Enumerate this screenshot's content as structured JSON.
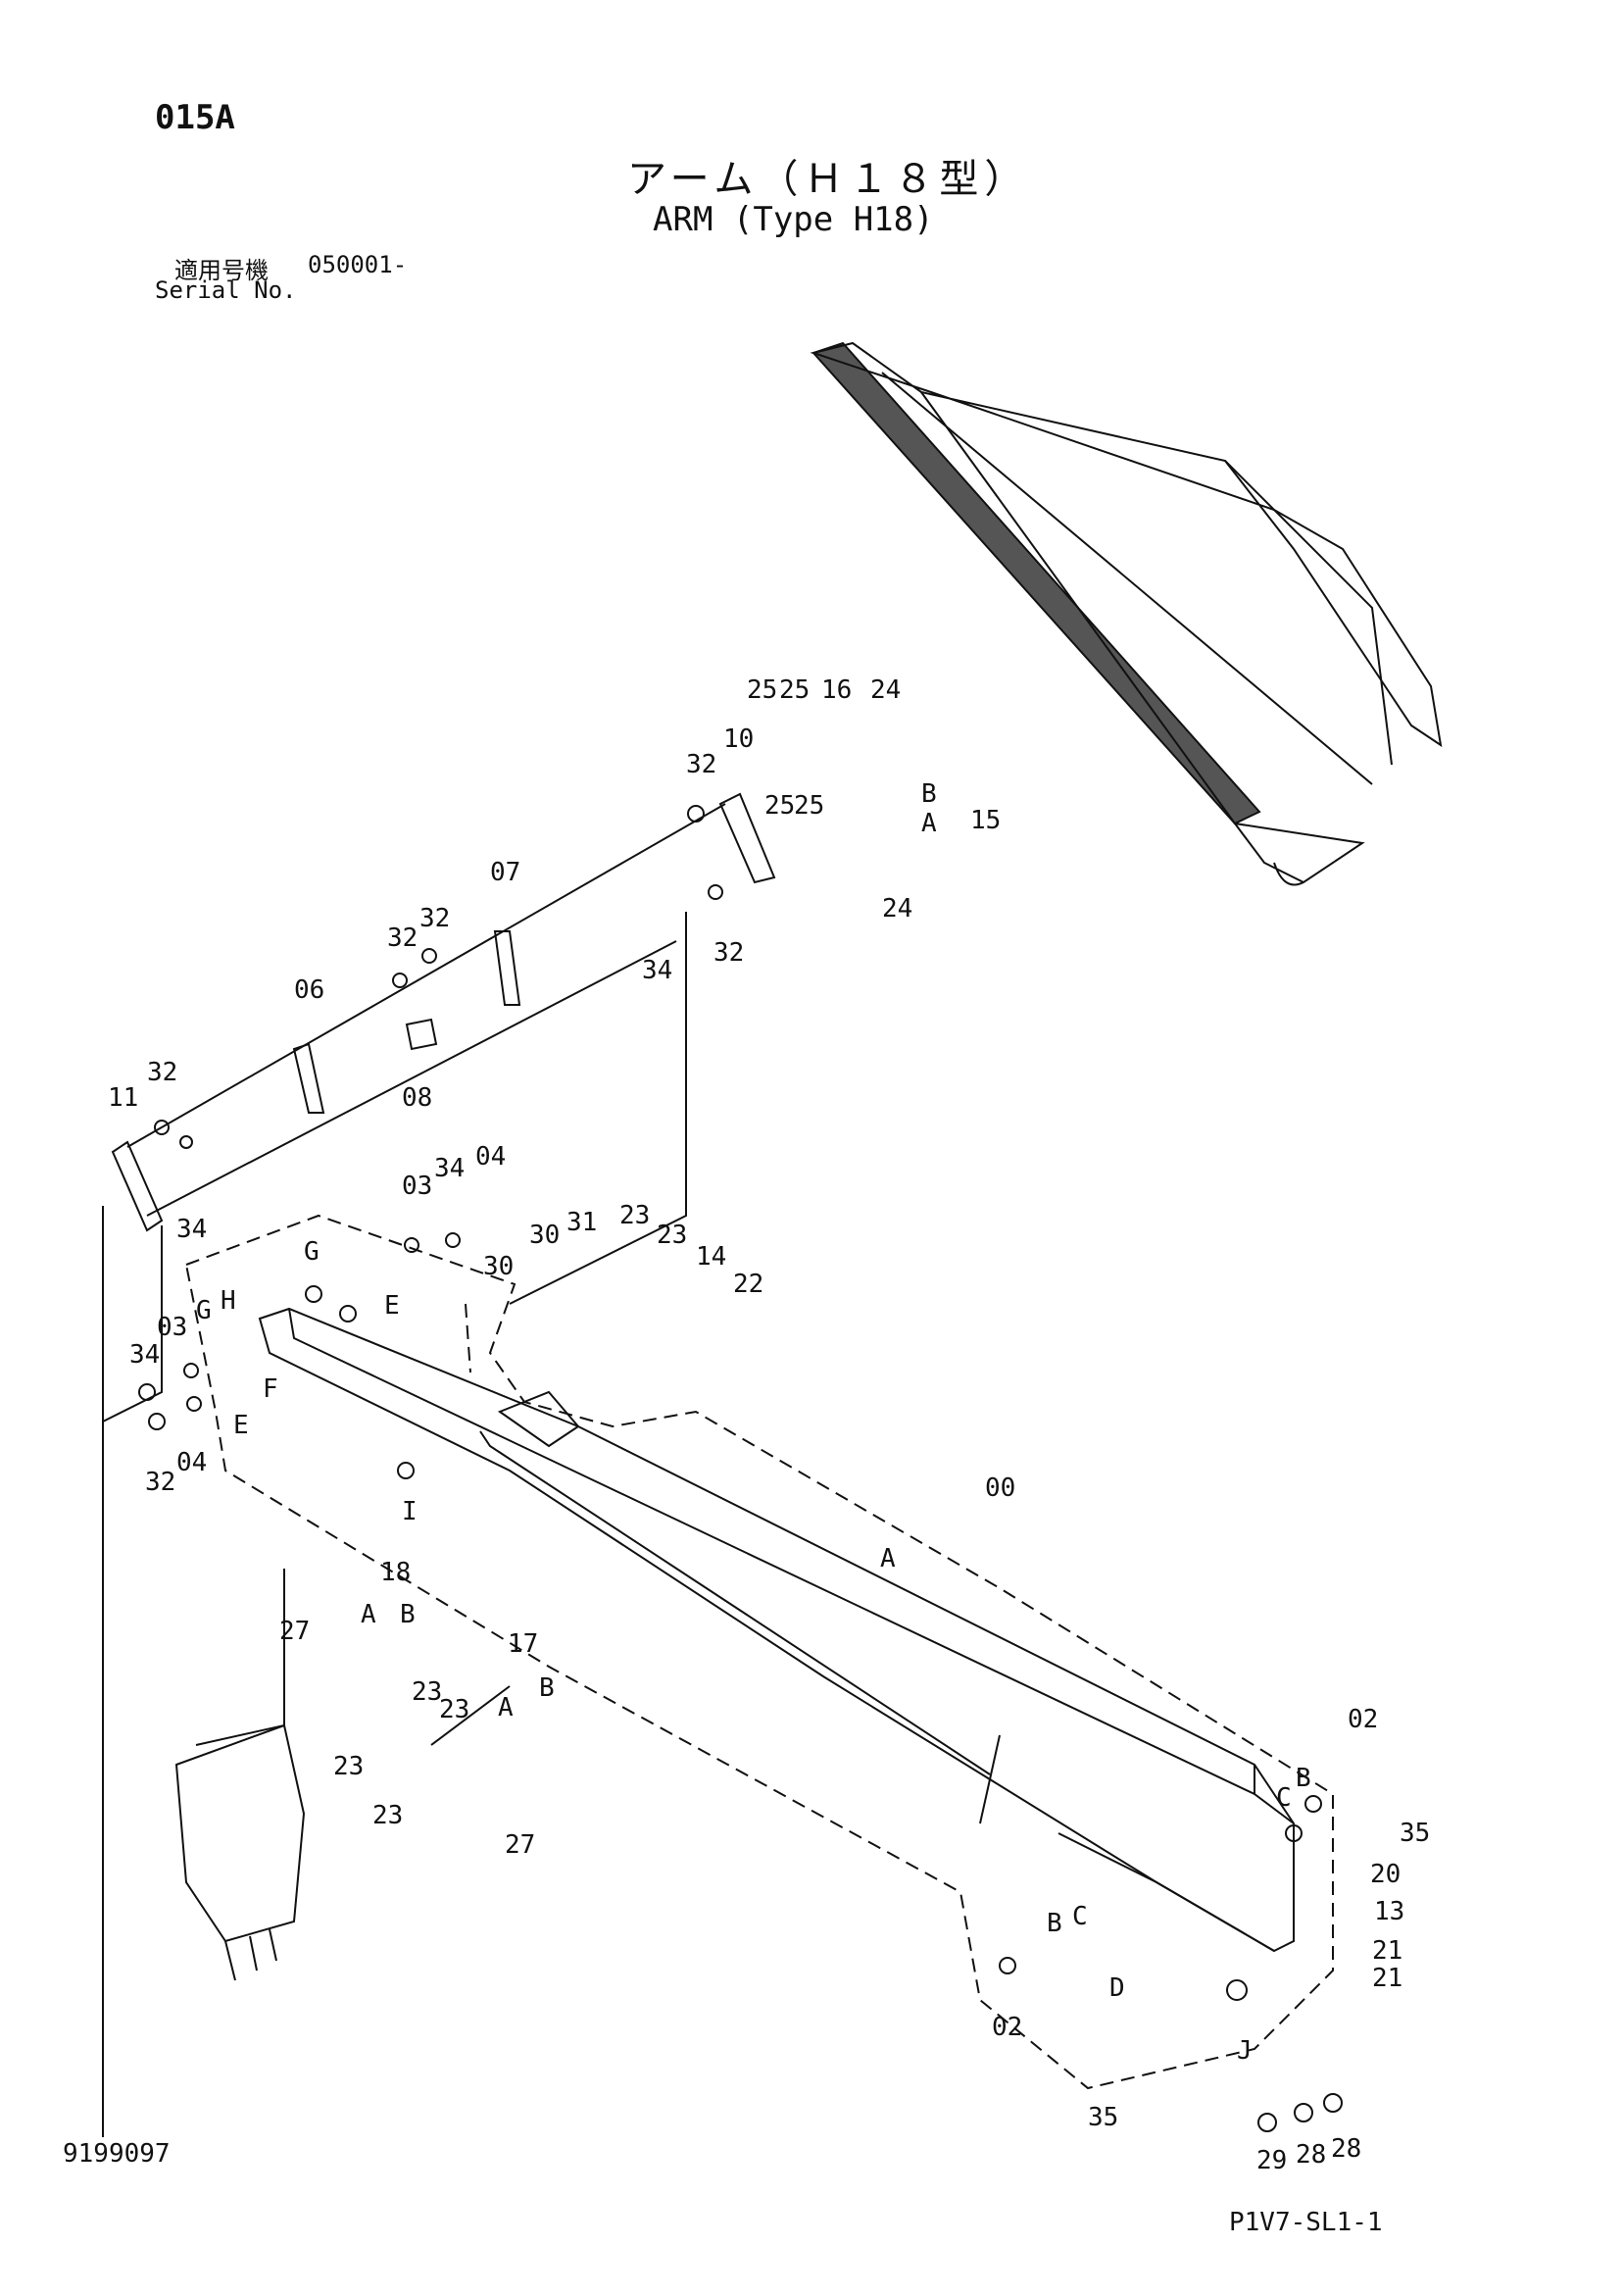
{
  "header": {
    "page_code": "015A",
    "title_jp": "アーム（Ｈ１８型）",
    "title_en": "ARM (Type H18)",
    "serial_label_jp": "適用号機",
    "serial_value": "050001-",
    "serial_label_en": "Serial No."
  },
  "footer": {
    "doc_number": "9199097",
    "sheet_code": "P1V7-SL1-1"
  },
  "callouts": [
    "25",
    "25",
    "16",
    "24",
    "10",
    "32",
    "B",
    "25",
    "25",
    "A",
    "15",
    "24",
    "32",
    "07",
    "32",
    "32",
    "34",
    "06",
    "08",
    "11",
    "32",
    "34",
    "03",
    "34",
    "04",
    "G",
    "E",
    "23",
    "23",
    "14",
    "22",
    "31",
    "30",
    "30",
    "G",
    "H",
    "03",
    "34",
    "F",
    "E",
    "04",
    "32",
    "I",
    "00",
    "A",
    "18",
    "27",
    "A",
    "B",
    "17",
    "23",
    "23",
    "A",
    "B",
    "23",
    "23",
    "27",
    "02",
    "C",
    "B",
    "35",
    "20",
    "13",
    "21",
    "21",
    "B",
    "C",
    "D",
    "J",
    "02",
    "35",
    "29",
    "28",
    "28"
  ]
}
